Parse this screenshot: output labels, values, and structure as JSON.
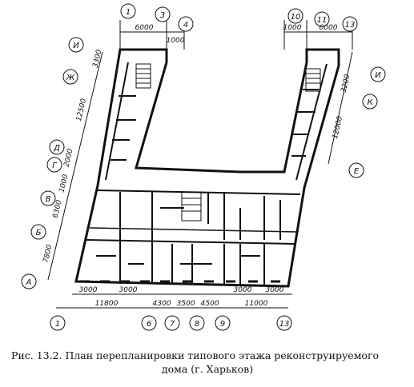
{
  "plan": {
    "axes_top_left": [
      "1",
      "3",
      "4"
    ],
    "axes_top_right": [
      "10",
      "11",
      "13"
    ],
    "axes_bottom": [
      "1",
      "6",
      "7",
      "8",
      "9",
      "13"
    ],
    "axes_left": [
      "И",
      "Ж",
      "Д",
      "Г",
      "В",
      "Б",
      "А"
    ],
    "axes_right": [
      "И",
      "К",
      "Е"
    ],
    "dims_top_left": [
      "6000",
      "1000"
    ],
    "dims_top_right": [
      "1000",
      "6000"
    ],
    "dims_left": [
      "3300",
      "12500",
      "2000",
      "1000",
      "6300",
      "7800"
    ],
    "dims_right": [
      "3200",
      "12000"
    ],
    "dims_bottom_inner": [
      "3000",
      "3000",
      "3000",
      "3000"
    ],
    "dims_bottom_outer": [
      "11800",
      "4300",
      "3500",
      "4500",
      "11000"
    ]
  },
  "caption": {
    "line1": "Рис. 13.2. План перепланировки типового этажа реконструируемого",
    "line2": "дома (г. Харьков)"
  }
}
